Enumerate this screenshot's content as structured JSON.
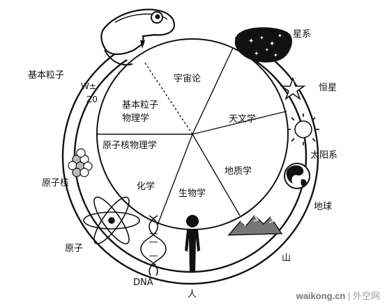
{
  "sectors": {
    "cosmology": "宇宙论",
    "astronomy": "天文学",
    "geology": "地质学",
    "biology": "生物学",
    "chemistry": "化学",
    "nuclear": "原子核物理学",
    "particle_line1": "基本粒子",
    "particle_line2": "物理学"
  },
  "ring_labels": {
    "galaxy": "星系",
    "star": "恒星",
    "solar_system": "太阳系",
    "earth": "地球",
    "mountain": "山",
    "human": "人",
    "dna": "DNA",
    "atom": "原子",
    "nucleus": "原子核",
    "elementary_particle": "基本粒子",
    "w_boson": "W±",
    "z_boson": "Z0"
  },
  "watermark": {
    "site": "waikong.cn",
    "separator": " | ",
    "name": "外空网"
  }
}
